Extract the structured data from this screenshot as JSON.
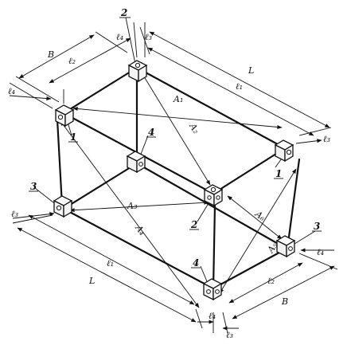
{
  "parts": [
    "1",
    "1",
    "2",
    "2",
    "3",
    "3",
    "4",
    "4"
  ],
  "diagonals": [
    "A₁",
    "A₂",
    "A₃",
    "A₄",
    "A₅",
    "A₆"
  ],
  "dimensions": {
    "B": "B",
    "l2": "ℓ₂",
    "l4": "ℓ₄",
    "l3": "ℓ₃",
    "L": "L",
    "l1": "ℓ₁"
  }
}
